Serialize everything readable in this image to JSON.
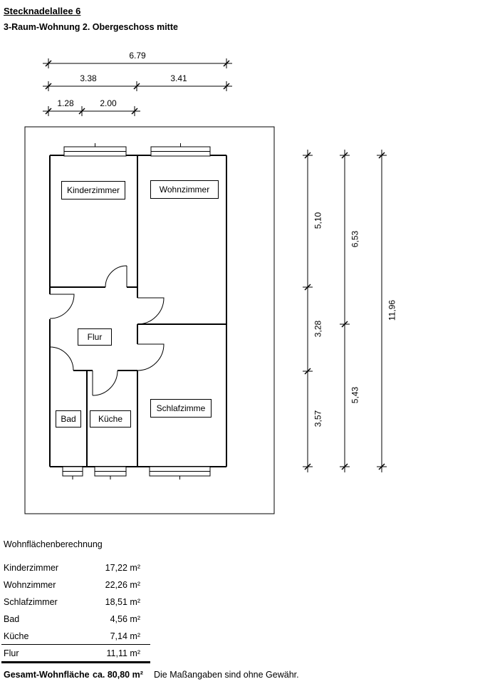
{
  "header": {
    "title": "Stecknadelallee 6",
    "subtitle": "3-Raum-Wohnung 2. Obergeschoss mitte"
  },
  "dimensions": {
    "top": {
      "total": "6.79",
      "row2": [
        "3.38",
        "3.41"
      ],
      "row3": [
        "1.28",
        "2.00"
      ]
    },
    "right": {
      "col1": [
        "5,10",
        "3,28",
        "3,57"
      ],
      "col2": [
        "6,53",
        "5,43"
      ],
      "col3": [
        "11,96"
      ]
    }
  },
  "rooms": {
    "kinderzimmer": "Kinderzimmer",
    "wohnzimmer": "Wohnzimmer",
    "flur": "Flur",
    "bad": "Bad",
    "kueche": "Küche",
    "schlafzimmer": "Schlafzimme"
  },
  "area_table": {
    "heading": "Wohnflächenberechnung",
    "rows": [
      {
        "label": "Kinderzimmer",
        "value": "17,22 m²"
      },
      {
        "label": "Wohnzimmer",
        "value": "22,26 m²"
      },
      {
        "label": "Schlafzimmer",
        "value": "18,51 m²"
      },
      {
        "label": "Bad",
        "value": "4,56 m²"
      },
      {
        "label": "Küche",
        "value": "7,14 m²"
      },
      {
        "label": "Flur",
        "value": "11,11 m²"
      }
    ],
    "total_label": "Gesamt-Wohnfläche",
    "total_value": "ca. 80,80 m²",
    "disclaimer": "Die Maßangaben sind ohne Gewähr."
  }
}
